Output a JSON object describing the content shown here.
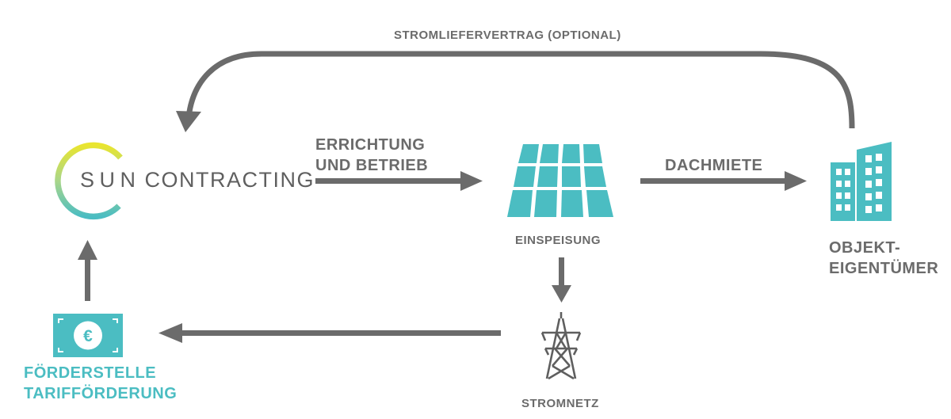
{
  "colors": {
    "arrow": "#6b6b6b",
    "teal": "#4bbdc2",
    "label_gray": "#6b6b6b",
    "logo_ring_top": "#e8e233",
    "logo_ring_bottom": "#4bbdc2"
  },
  "logo": {
    "part1": "S",
    "part2": "U",
    "part3": "N",
    "part4": "CONTRACTING"
  },
  "labels": {
    "top_arrow": "STROMLIEFERVERTRAG (OPTIONAL)",
    "build_line1": "ERRICHTUNG",
    "build_line2": "UND BETRIEB",
    "roof_rent": "DACHMIETE",
    "feed_in": "EINSPEISUNG",
    "owner_line1": "OBJEKT-",
    "owner_line2": "EIGENTÜMER",
    "grid": "STROMNETZ",
    "funding_line1": "FÖRDERSTELLE",
    "funding_line2": "TARIFFÖRDERUNG"
  },
  "icons": {
    "logo": "suncontracting-ring-logo",
    "solar": "solar-panel-icon",
    "building": "building-icon",
    "tower": "power-tower-icon",
    "money": "euro-banknote-icon"
  }
}
